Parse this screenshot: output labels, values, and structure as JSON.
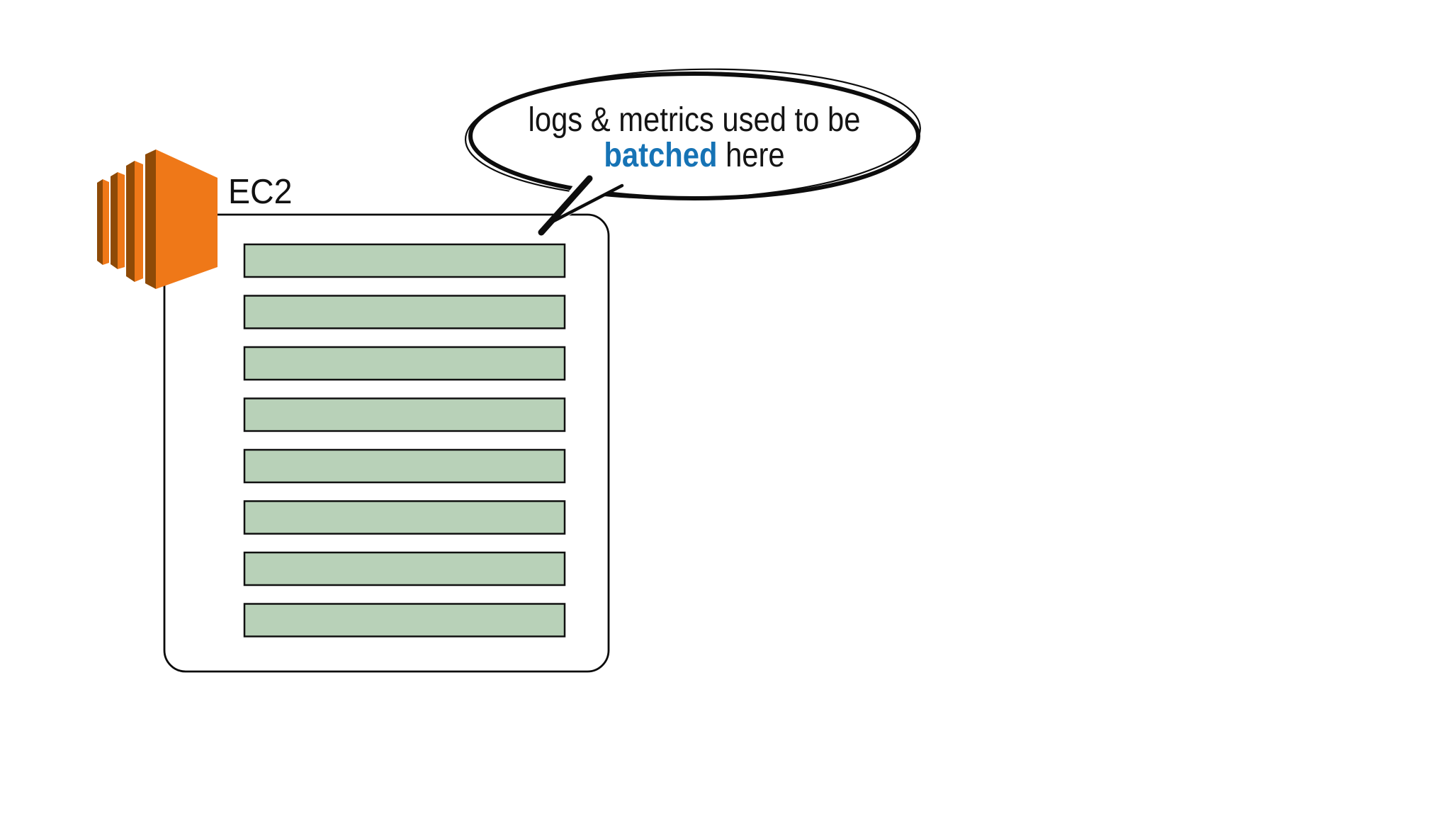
{
  "scene": {
    "background": "#ffffff",
    "ec2": {
      "label": "EC2",
      "label_color": "#111111",
      "box": {
        "fill": "#ffffff",
        "stroke": "#0b0b0b"
      },
      "bars": {
        "count": 8,
        "fill": "#b8d1b8",
        "stroke": "#101010"
      },
      "icon": {
        "name": "aws-ec2-icon",
        "front_color": "#ef7818",
        "side_color": "#8e4a07"
      }
    },
    "bubble": {
      "fill": "#ffffff",
      "stroke": "#0d0d0d",
      "text_color": "#141414",
      "emphasis_color": "#1673b5",
      "line1": "logs & metrics used to be",
      "emphasis": "batched",
      "line2_rest": " here"
    }
  }
}
